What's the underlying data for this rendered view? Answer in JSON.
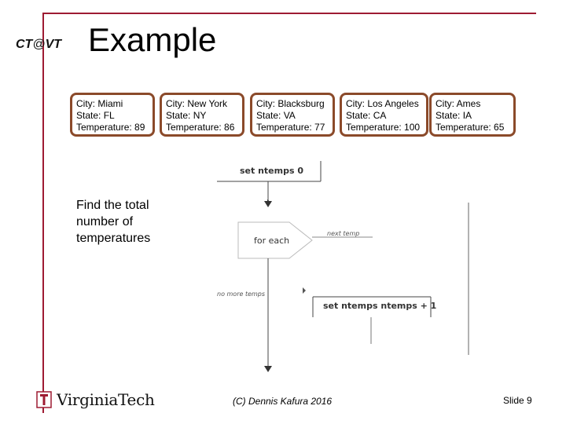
{
  "slide": {
    "brand": {
      "prefix": "CT",
      "at": "@",
      "suffix": "VT"
    },
    "title": "Example",
    "cards": [
      {
        "city": "City: Miami",
        "state": "State: FL",
        "temperature": "Temperature: 89"
      },
      {
        "city": "City: New York",
        "state": "State: NY",
        "temperature": "Temperature: 86"
      },
      {
        "city": "City: Blacksburg",
        "state": "State: VA",
        "temperature": "Temperature: 77"
      },
      {
        "city": "City: Los Angeles",
        "state": "State: CA",
        "temperature": "Temperature: 100"
      },
      {
        "city": "City: Ames",
        "state": "State: IA",
        "temperature": "Temperature: 65"
      }
    ],
    "prompt": "Find the total number of temperatures",
    "flowchart": {
      "init": "set ntemps 0",
      "loop": "for each",
      "next": "next temp",
      "done": "no more temps",
      "update": "set ntemps ntemps + 1"
    },
    "footer": {
      "logo": "VirginiaTech",
      "credit": "(C) Dennis Kafura 2016",
      "slide_number": "Slide 9"
    },
    "colors": {
      "accent": "#9e1b32",
      "card_border": "#8b4a2a"
    }
  }
}
